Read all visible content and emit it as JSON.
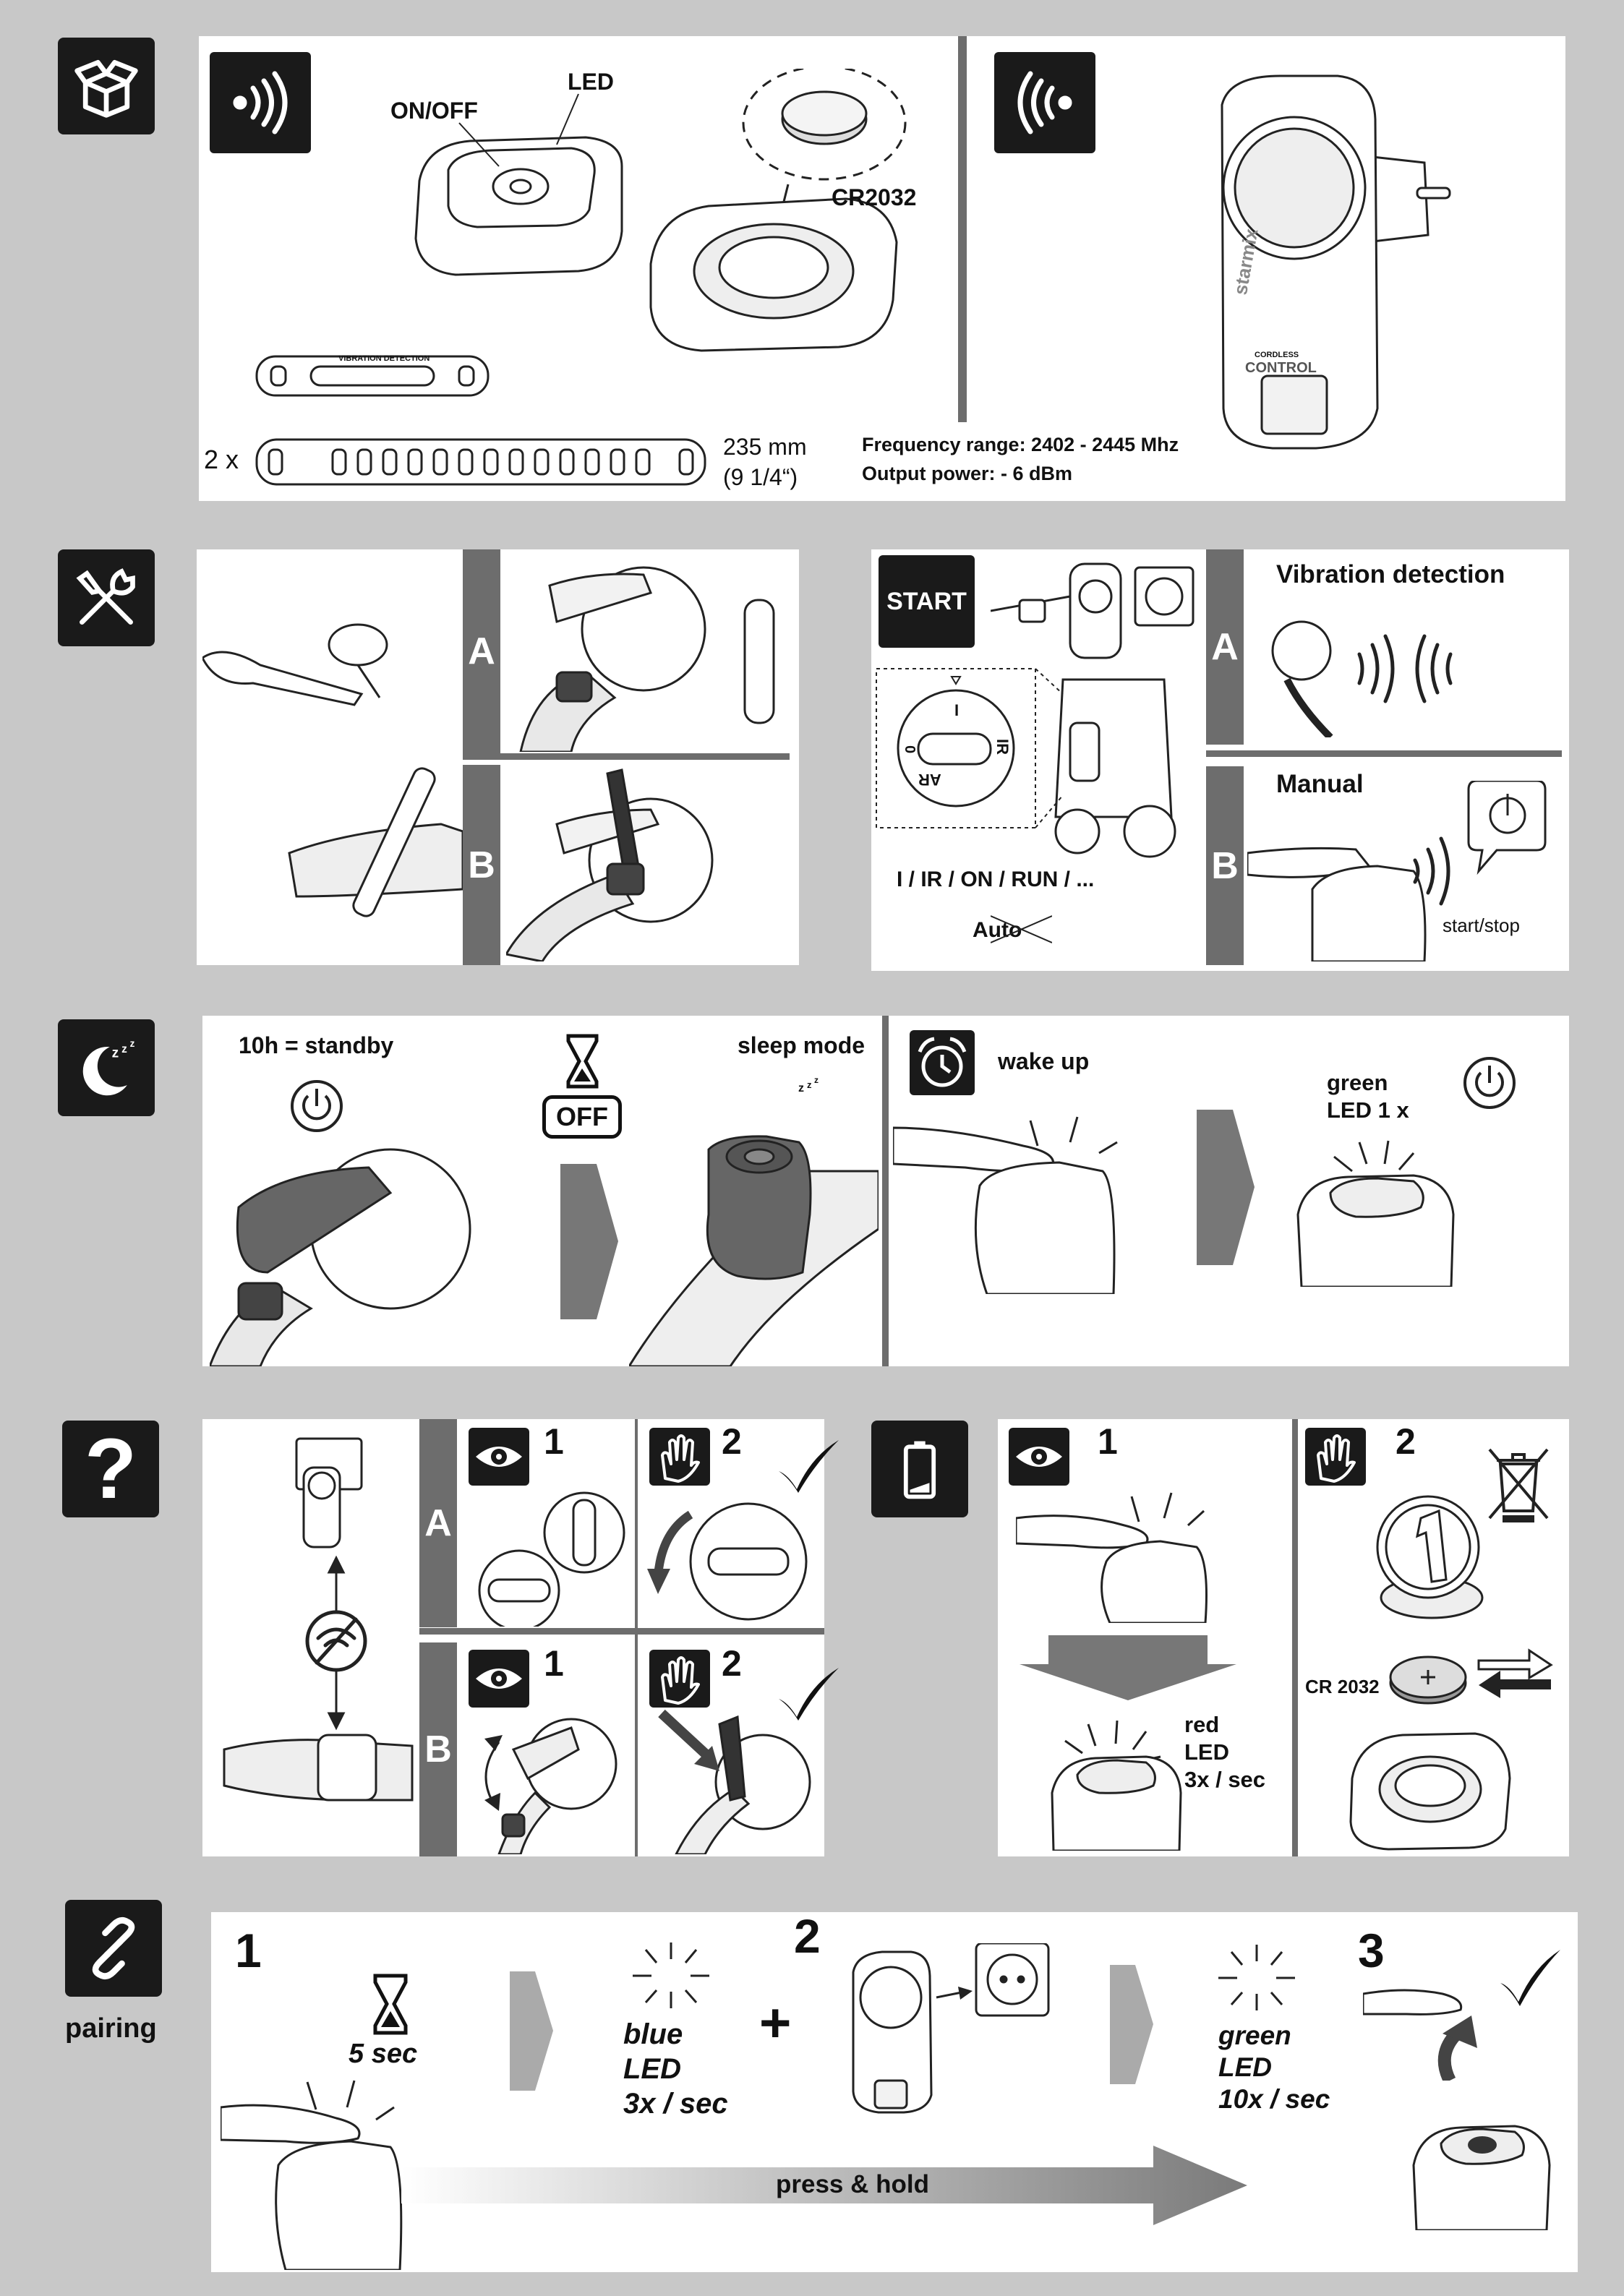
{
  "box_section": {
    "labels": {
      "led": "LED",
      "on_off": "ON/OFF",
      "battery": "CR2032"
    },
    "strap_qty": "2 x",
    "strap_length_mm": "235 mm",
    "strap_length_in": "(9 1/4“)",
    "strap_label": "VIBRATION DETECTION",
    "frequency": "Frequency range: 2402 - 2445 Mhz",
    "output_power": "Output power: - 6 dBm",
    "brand": "starmix",
    "cordless": "CORDLESS",
    "control": "CONTROL"
  },
  "mount_section": {
    "bar_a": "A",
    "bar_b": "B",
    "start": "START",
    "switch_modes": "I / IR / ON / RUN / ...",
    "auto": "Auto",
    "vibration_detection": "Vibration detection",
    "manual": "Manual",
    "start_stop": "start/stop",
    "dial": {
      "i": "I",
      "ir": "IR",
      "ar": "AR",
      "zero": "0"
    }
  },
  "sleep_section": {
    "standby": "10h = standby",
    "sleep_mode": "sleep mode",
    "off": "OFF",
    "wake_up": "wake up",
    "green_led_line1": "green",
    "green_led_line2": "LED 1 x"
  },
  "trouble_section": {
    "bar_a": "A",
    "bar_b": "B",
    "step1": "1",
    "step2": "2",
    "red_led": [
      "red",
      "LED",
      "3x / sec"
    ],
    "battery_type": "CR 2032"
  },
  "pairing_section": {
    "title": "pairing",
    "step1": "1",
    "step2": "2",
    "step3": "3",
    "wait": "5 sec",
    "blue_led": [
      "blue",
      "LED",
      "3x / sec"
    ],
    "green_led": [
      "green",
      "LED",
      "10x / sec"
    ],
    "press_hold": "press & hold",
    "plus": "+"
  },
  "colors": {
    "background": "#c8c8c8",
    "panel": "#ffffff",
    "bar": "#6d6d6d",
    "ink": "#1a1a1a"
  }
}
